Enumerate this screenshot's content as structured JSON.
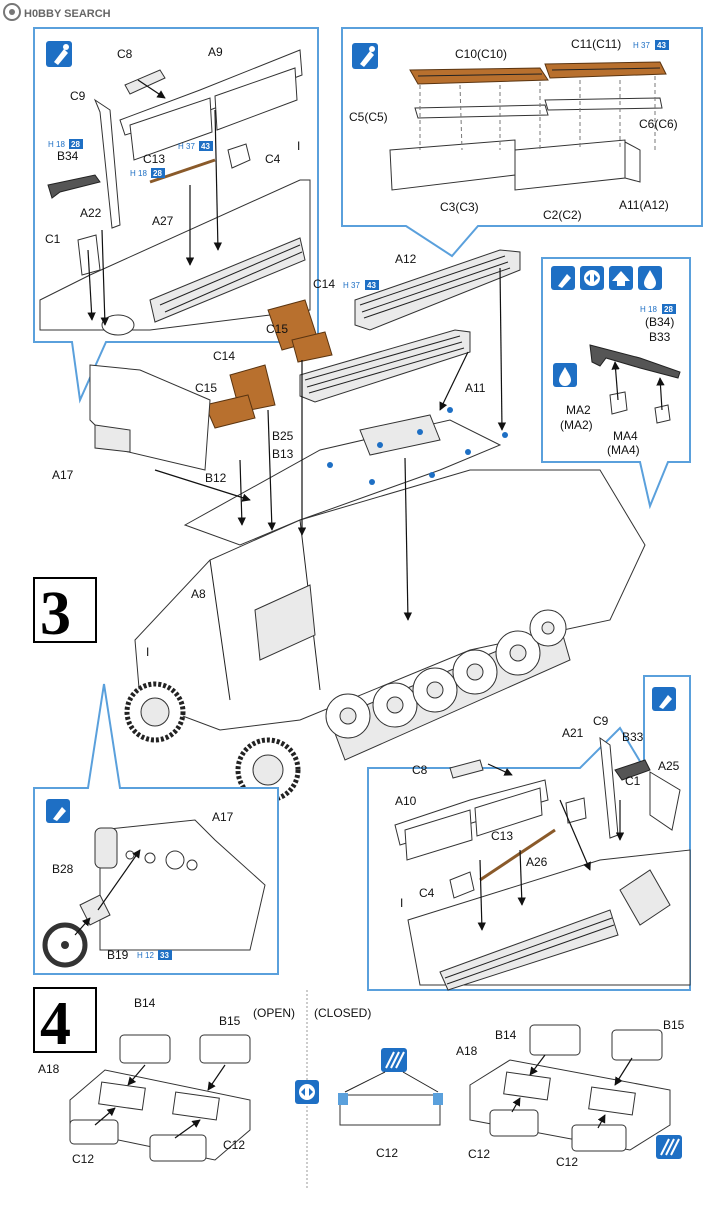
{
  "watermark": "H0BBY SEARCH",
  "steps": {
    "step3": "3",
    "step4": "4"
  },
  "states": {
    "open": "(OPEN)",
    "closed": "(CLOSED)"
  },
  "paint_refs": {
    "h18": {
      "h": "H",
      "num": "18",
      "code": "28"
    },
    "h37": {
      "h": "H",
      "num": "37",
      "code": "43"
    },
    "h12": {
      "h": "H",
      "num": "12",
      "code": "33"
    }
  },
  "labels": {
    "tl": {
      "c8": "C8",
      "a9": "A9",
      "c9": "C9",
      "b34": "B34",
      "c13": "C13",
      "c4": "C4",
      "i": "I",
      "a22": "A22",
      "a27": "A27",
      "c1": "C1"
    },
    "tr": {
      "c10": "C10(C10)",
      "c11": "C11(C11)",
      "c5": "C5(C5)",
      "c6": "C6(C6)",
      "c3": "C3(C3)",
      "c2": "C2(C2)",
      "a11": "A11(A12)"
    },
    "gun": {
      "b34": "(B34)",
      "b33": "B33",
      "ma2": "MA2",
      "ma2b": "(MA2)",
      "ma4": "MA4",
      "ma4b": "(MA4)"
    },
    "mid": {
      "a12": "A12",
      "c14a": "C14",
      "c15a": "C15",
      "c14b": "C14",
      "c15b": "C15",
      "a11": "A11",
      "b25": "B25",
      "b13": "B13",
      "b12": "B12",
      "a17": "A17",
      "a8": "A8",
      "i": "I"
    },
    "dash": {
      "a17": "A17",
      "b28": "B28",
      "b19": "B19"
    },
    "br": {
      "c9": "C9",
      "b33": "B33",
      "a21": "A21",
      "c1": "C1",
      "a25": "A25",
      "c8": "C8",
      "a10": "A10",
      "c13": "C13",
      "a26": "A26",
      "c4": "C4",
      "i": "I"
    },
    "s4": {
      "b14": "B14",
      "b15": "B15",
      "a18": "A18",
      "c12a": "C12",
      "c12b": "C12",
      "c12c": "C12",
      "b14r": "B14",
      "b15r": "B15",
      "a18r": "A18",
      "c12d": "C12",
      "c12e": "C12"
    }
  },
  "colors": {
    "accent": "#1e6fc4",
    "callout": "#5aa0dc",
    "wood": "#b8702e"
  }
}
